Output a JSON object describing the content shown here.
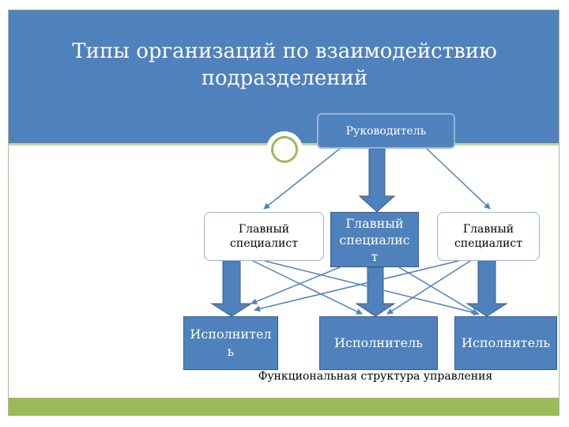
{
  "title": "Типы организаций по взаимодействию подразделений",
  "diagram": {
    "manager": "Руководитель",
    "specialists": [
      "Главный специалист",
      "Главный специалис т",
      "Главный специалист"
    ],
    "executors": [
      "Исполнител ь",
      "Исполнитель",
      "Исполнитель"
    ],
    "caption": "Функциональная структура управления"
  },
  "colors": {
    "header": "#4f81bd",
    "accent_green": "#9bbb59",
    "box_blue": "#4f81bd",
    "arrow_blue": "#4f81bd"
  }
}
